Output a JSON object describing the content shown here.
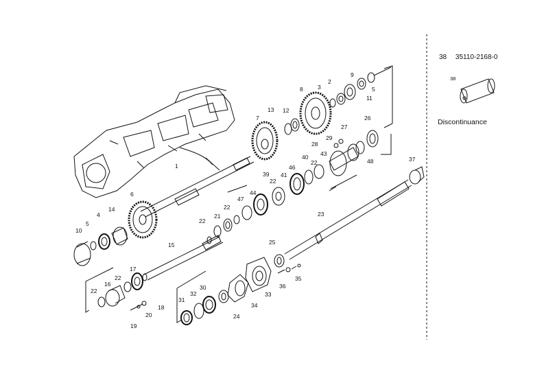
{
  "sidebar": {
    "ref_number": "38",
    "part_number": "35110-2168-0",
    "part_label": "38",
    "note": "Discontinuance"
  },
  "callouts": {
    "c1": "1",
    "c2": "2",
    "c3": "3",
    "c4": "4",
    "c5a": "5",
    "c5b": "5",
    "c6": "6",
    "c7": "7",
    "c8": "8",
    "c9": "9",
    "c10": "10",
    "c11": "11",
    "c12": "12",
    "c13": "13",
    "c14": "14",
    "c15": "15",
    "c16": "16",
    "c17": "17",
    "c18": "18",
    "c19": "19",
    "c20": "20",
    "c21": "21",
    "c22a": "22",
    "c22b": "22",
    "c22c": "22",
    "c22d": "22",
    "c22e": "22",
    "c22f": "22",
    "c23": "23",
    "c24": "24",
    "c25": "25",
    "c26": "26",
    "c27": "27",
    "c28": "28",
    "c29": "29",
    "c30": "30",
    "c31": "31",
    "c32": "32",
    "c33": "33",
    "c34": "34",
    "c35": "35",
    "c36": "36",
    "c37": "37",
    "c39": "39",
    "c40": "40",
    "c41": "41",
    "c43": "43",
    "c44": "44",
    "c46": "46",
    "c47": "47",
    "c48": "48"
  }
}
